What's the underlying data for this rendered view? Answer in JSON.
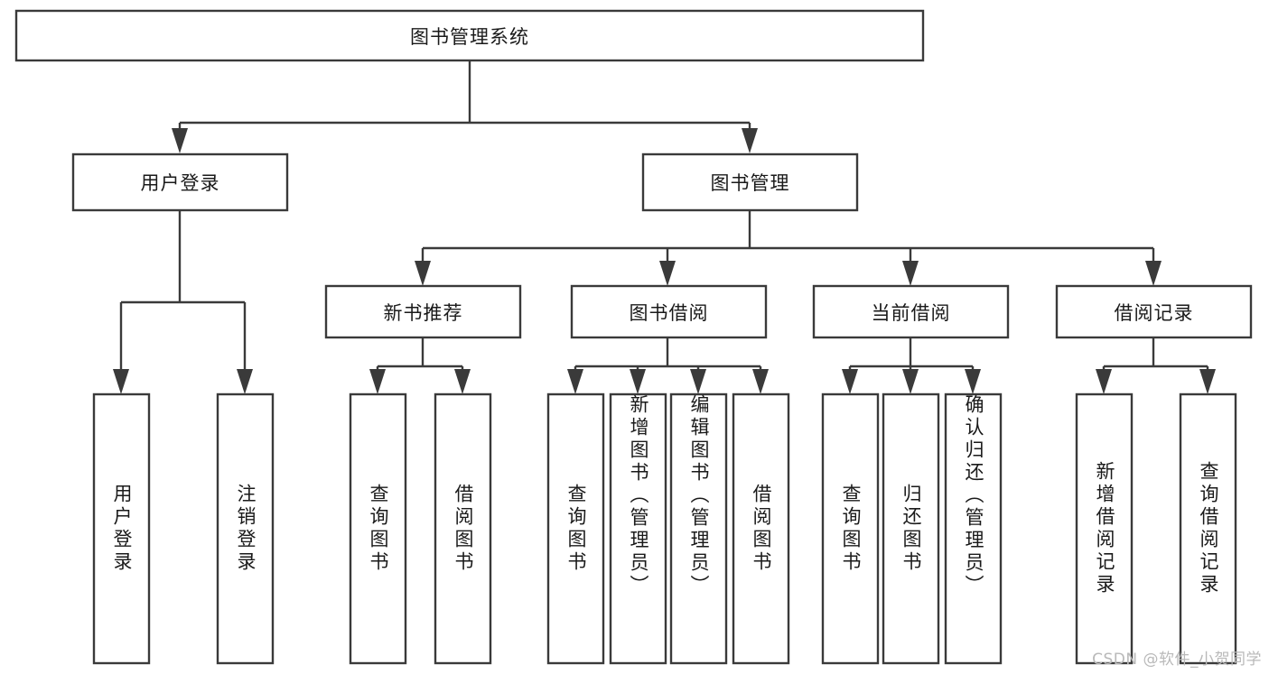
{
  "diagram": {
    "type": "tree-hierarchy",
    "title": "图书管理系统",
    "watermark": "CSDN @软件_小贺同学",
    "colors": {
      "stroke": "#3a3a3a",
      "fill": "#ffffff",
      "text": "#1a1a1a",
      "watermark": "#b9b9b9",
      "background": "#ffffff"
    },
    "root": {
      "label": "图书管理系统",
      "orientation": "horizontal"
    },
    "level2": [
      {
        "label": "用户登录",
        "orientation": "horizontal"
      },
      {
        "label": "图书管理",
        "orientation": "horizontal"
      }
    ],
    "level3": [
      {
        "label": "新书推荐",
        "orientation": "horizontal"
      },
      {
        "label": "图书借阅",
        "orientation": "horizontal"
      },
      {
        "label": "当前借阅",
        "orientation": "horizontal"
      },
      {
        "label": "借阅记录",
        "orientation": "horizontal"
      }
    ],
    "leaves": {
      "user_login": [
        {
          "label": "用户登录",
          "orientation": "vertical"
        },
        {
          "label": "注销登录",
          "orientation": "vertical"
        }
      ],
      "new_book_recommend": [
        {
          "label": "查询图书",
          "orientation": "vertical"
        },
        {
          "label": "借阅图书",
          "orientation": "vertical"
        }
      ],
      "book_borrow": [
        {
          "label": "查询图书",
          "orientation": "vertical"
        },
        {
          "label": "新增图书（管理员）",
          "orientation": "vertical"
        },
        {
          "label": "编辑图书（管理员）",
          "orientation": "vertical"
        },
        {
          "label": "借阅图书",
          "orientation": "vertical"
        }
      ],
      "current_borrow": [
        {
          "label": "查询图书",
          "orientation": "vertical"
        },
        {
          "label": "归还图书",
          "orientation": "vertical"
        },
        {
          "label": "确认归还（管理员）",
          "orientation": "vertical"
        }
      ],
      "borrow_record": [
        {
          "label": "新增借阅记录",
          "orientation": "vertical"
        },
        {
          "label": "查询借阅记录",
          "orientation": "vertical"
        }
      ]
    }
  }
}
